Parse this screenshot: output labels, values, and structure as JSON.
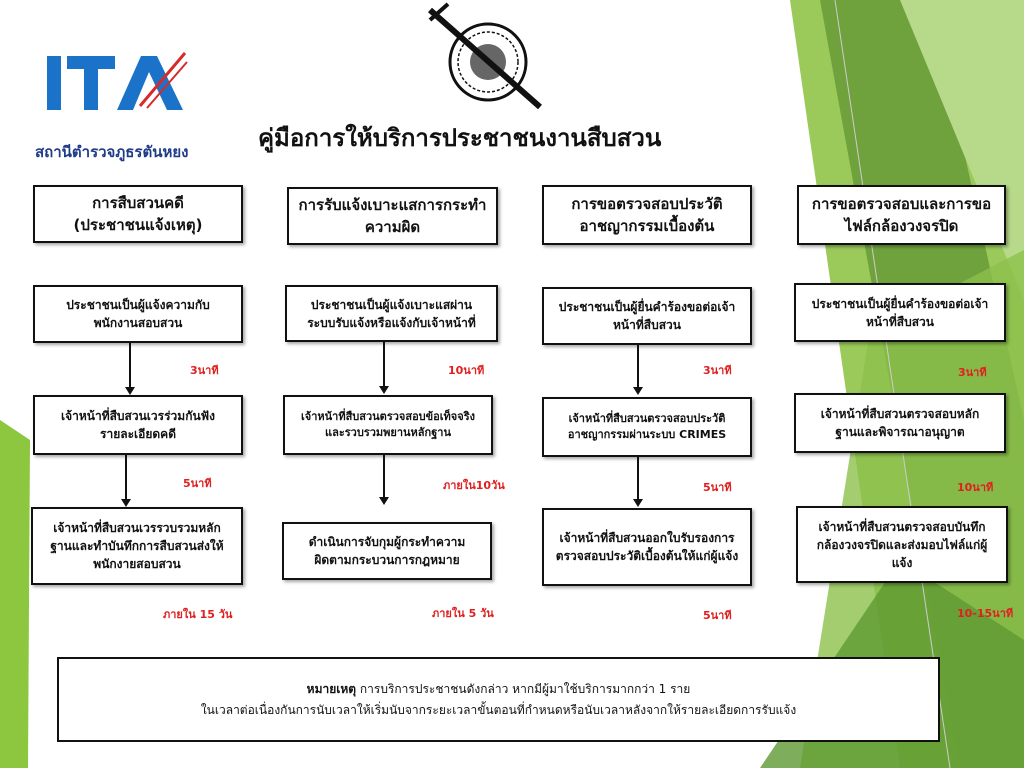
{
  "header": {
    "logo_text": "ITA",
    "station": "สถานีตำรวจภูธรตันหยง",
    "title": "คู่มือการให้บริการประชาชนงานสืบสวน"
  },
  "columns": [
    {
      "title": [
        "การสืบสวนคดี",
        "(ประชาชนแจ้งเหตุ)"
      ],
      "steps": [
        "ประชาชนเป็นผู้แจ้งความกับพนักงานสอบสวน",
        "เจ้าหน้าที่สืบสวนเวรร่วมกันฟังรายละเอียดคดี",
        "เจ้าหน้าที่สืบสวนเวรรวบรวมหลักฐานและทำบันทึกการสืบสวนส่งให้พนักงายสอบสวน"
      ],
      "times": [
        "3นาที",
        "5นาที",
        "ภายใน 15 วัน"
      ]
    },
    {
      "title": [
        "การรับแจ้งเบาะแสการกระทำ",
        "ความผิด"
      ],
      "steps": [
        "ประชาชนเป็นผู้แจ้งเบาะแสผ่านระบบรับแจ้งหรือแจ้งกับเจ้าหน้าที่",
        "เจ้าหน้าที่สืบสวนตรวจสอบข้อเท็จจริงและรวบรวมพยานหลักฐาน",
        "ดำเนินการจับกุมผู้กระทำความผิดตามกระบวนการกฎหมาย"
      ],
      "times": [
        "10นาที",
        "ภายใน10วัน",
        "ภายใน 5 วัน"
      ]
    },
    {
      "title": [
        "การขอตรวจสอบประวัติ",
        "อาชญากรรมเบื้องต้น"
      ],
      "steps": [
        "ประชาชนเป็นผู้ยื่นคำร้องขอต่อเจ้าหน้าที่สืบสวน",
        "เจ้าหน้าที่สืบสวนตรวจสอบประวัติอาชญากรรมผ่านระบบ CRIMES",
        "เจ้าหน้าที่สืบสวนออกใบรับรองการตรวจสอบประวัติเบื้องต้นให้แก่ผู้แจ้ง"
      ],
      "times": [
        "3นาที",
        "5นาที",
        "5นาที"
      ]
    },
    {
      "title": [
        "การขอตรวจสอบและการขอ",
        "ไฟล์กล้องวงจรปิด"
      ],
      "steps": [
        "ประชาชนเป็นผู้ยื่นคำร้องขอต่อเจ้าหน้าที่สืบสวน",
        "เจ้าหน้าที่สืบสวนตรวจสอบหลักฐานและพิจารณาอนุญาต",
        "เจ้าหน้าที่สืบสวนตรวจสอบบันทึกกล้องวงจรปิดและส่งมอบไฟล์แก่ผู้แจ้ง"
      ],
      "times": [
        "3นาที",
        "10นาที",
        "10-15นาที"
      ]
    }
  ],
  "note": {
    "label": "หมายเหตุ",
    "line1": "การบริการประชาชนดังกล่าว หากมีผู้มาใช้บริการมากกว่า 1 ราย",
    "line2": "ในเวลาต่อเนื่องกันการนับเวลาให้เริ่มนับจากระยะเวลาขั้นตอนที่กำหนดหรือนับเวลาหลังจากให้รายละเอียดการรับแจ้ง"
  },
  "colors": {
    "accent_green": "#8dc63f",
    "dark_green": "#4e8a2e",
    "time_red": "#e02020",
    "station_blue": "#1f3c88"
  }
}
